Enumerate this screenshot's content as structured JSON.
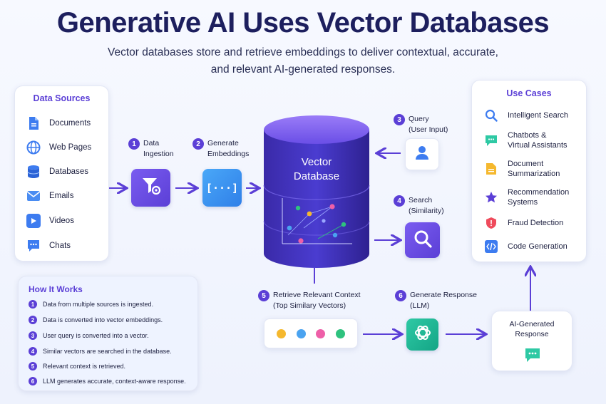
{
  "header": {
    "title": "Generative AI Uses Vector Databases",
    "subtitle": "Vector databases store and retrieve embeddings to deliver contextual, accurate, and relevant AI-generated responses."
  },
  "data_sources": {
    "title": "Data Sources",
    "items": [
      {
        "label": "Documents",
        "icon": "document-icon"
      },
      {
        "label": "Web Pages",
        "icon": "globe-icon"
      },
      {
        "label": "Databases",
        "icon": "database-icon"
      },
      {
        "label": "Emails",
        "icon": "email-icon"
      },
      {
        "label": "Videos",
        "icon": "video-icon"
      },
      {
        "label": "Chats",
        "icon": "chat-icon"
      }
    ]
  },
  "steps": {
    "s1": {
      "num": "1",
      "line1": "Data",
      "line2": "Ingestion"
    },
    "s2": {
      "num": "2",
      "line1": "Generate",
      "line2": "Embeddings"
    },
    "s3": {
      "num": "3",
      "line1": "Query",
      "line2": "(User Input)"
    },
    "s4": {
      "num": "4",
      "line1": "Search",
      "line2": "(Similarity)"
    },
    "s5": {
      "num": "5",
      "line1": "Retrieve Relevant Context",
      "line2": "(Top Similary Vectors)"
    },
    "s6": {
      "num": "6",
      "line1": "Generate Response",
      "line2": "(LLM)"
    }
  },
  "embedding_glyph": "[···]",
  "vector_db": {
    "line1": "Vector",
    "line2": "Database"
  },
  "ai_response": {
    "line1": "AI-Generated",
    "line2": "Response"
  },
  "how_it_works": {
    "title": "How It Works",
    "items": [
      {
        "num": "1",
        "text": "Data from multiple sources is ingested."
      },
      {
        "num": "2",
        "text": "Data is converted into vector embeddings."
      },
      {
        "num": "3",
        "text": "User query is converted into a vector."
      },
      {
        "num": "4",
        "text": "Similar vectors are searched in the database."
      },
      {
        "num": "5",
        "text": "Relevant context is retrieved."
      },
      {
        "num": "6",
        "text": "LLM generates accurate, context-aware response."
      }
    ]
  },
  "use_cases": {
    "title": "Use Cases",
    "items": [
      {
        "line1": "Intelligent Search",
        "line2": "",
        "icon": "search-icon"
      },
      {
        "line1": "Chatbots &",
        "line2": "Virtual Assistants",
        "icon": "chatbot-icon"
      },
      {
        "line1": "Document",
        "line2": "Summarization",
        "icon": "document-icon"
      },
      {
        "line1": "Recommendation",
        "line2": "Systems",
        "icon": "star-icon"
      },
      {
        "line1": "Fraud Detection",
        "line2": "",
        "icon": "shield-icon"
      },
      {
        "line1": "Code Generation",
        "line2": "",
        "icon": "code-icon"
      }
    ]
  },
  "colors": {
    "accent": "#5b3fd6",
    "title": "#1d1f5e",
    "cylinder_top": "#7a5cf0",
    "cylinder_body": "#3d2fb8",
    "dot_colors": [
      "#f5b82e",
      "#4aa3f0",
      "#ee5fa8",
      "#2ec27e"
    ]
  }
}
